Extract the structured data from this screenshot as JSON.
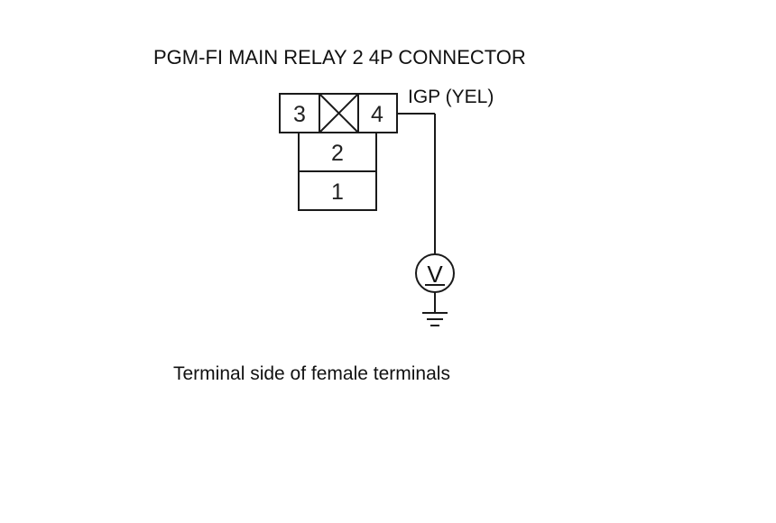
{
  "title": "PGM-FI MAIN RELAY 2 4P CONNECTOR",
  "wire_label": "IGP (YEL)",
  "caption": "Terminal side of female terminals",
  "pins": {
    "pin3": "3",
    "pin4": "4",
    "pin2": "2",
    "pin1": "1"
  },
  "meter_symbol": "V",
  "icons": {
    "voltmeter": "voltmeter-icon",
    "ground": "ground-icon",
    "blank_cavity": "x-cavity-icon"
  }
}
